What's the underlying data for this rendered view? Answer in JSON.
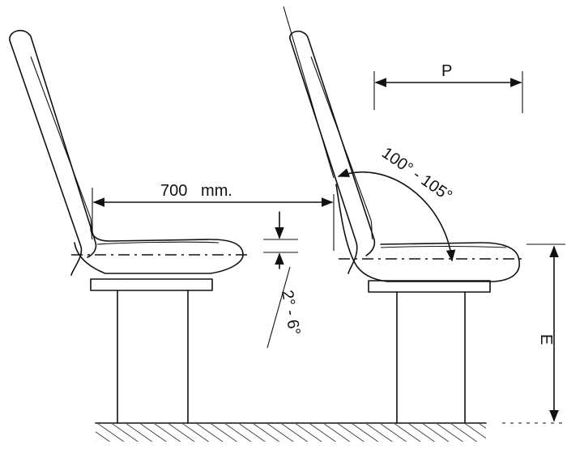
{
  "labels": {
    "seat_spacing": "700   mm.",
    "depth": "P",
    "backrest_angle": "100° - 105°",
    "seat_tilt": "2° - 6°",
    "seat_height": "E"
  }
}
